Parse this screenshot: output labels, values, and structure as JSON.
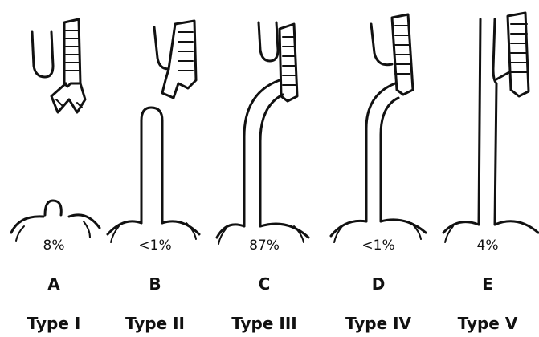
{
  "figure": {
    "panels": [
      {
        "id": "A",
        "percent": "8%",
        "letter": "A",
        "type": "Type I"
      },
      {
        "id": "B",
        "percent": "<1%",
        "letter": "B",
        "type": "Type II"
      },
      {
        "id": "C",
        "percent": "87%",
        "letter": "C",
        "type": "Type III"
      },
      {
        "id": "D",
        "percent": "<1%",
        "letter": "D",
        "type": "Type IV"
      },
      {
        "id": "E",
        "percent": "4%",
        "letter": "E",
        "type": "Type V"
      }
    ]
  }
}
